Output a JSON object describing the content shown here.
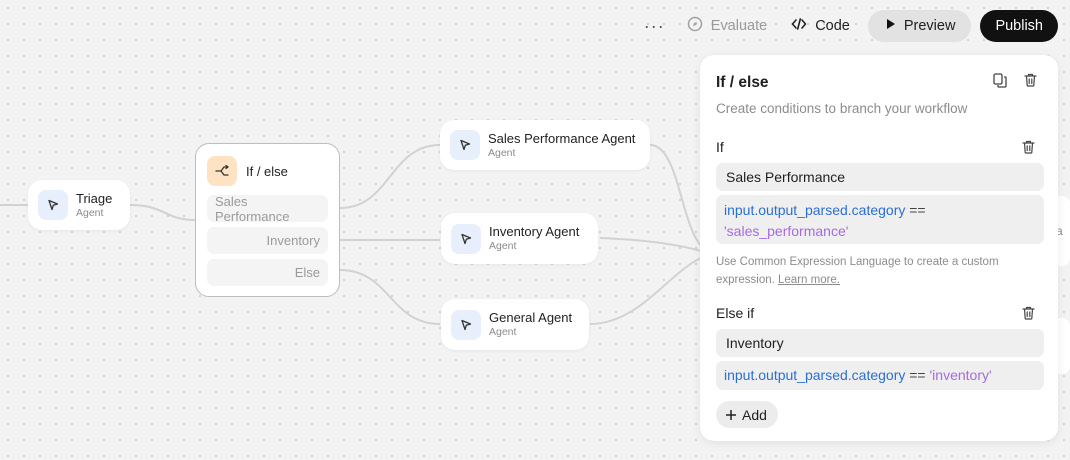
{
  "toolbar": {
    "more_label": "···",
    "evaluate_label": "Evaluate",
    "code_label": "Code",
    "preview_label": "Preview",
    "publish_label": "Publish"
  },
  "canvas": {
    "nodes": {
      "triage": {
        "title": "Triage",
        "subtitle": "Agent"
      },
      "ifelse": {
        "title": "If / else",
        "conditions": [
          "Sales Performance",
          "Inventory",
          "Else"
        ]
      },
      "sales": {
        "title": "Sales Performance Agent",
        "subtitle": "Agent"
      },
      "inventory": {
        "title": "Inventory Agent",
        "subtitle": "Agent"
      },
      "general": {
        "title": "General Agent",
        "subtitle": "Agent"
      }
    },
    "partial_label_right": "a"
  },
  "panel": {
    "title": "If / else",
    "subtitle": "Create conditions to branch your workflow",
    "if_section": {
      "label": "If",
      "name_value": "Sales Performance",
      "expression": {
        "var": "input.output_parsed.category",
        "op": "==",
        "str": "'sales_performance'"
      }
    },
    "hint_text": "Use Common Expression Language to create a custom expression.",
    "hint_link": "Learn more.",
    "elseif_section": {
      "label": "Else if",
      "name_value": "Inventory",
      "expression": {
        "var": "input.output_parsed.category",
        "op": "==",
        "str": "'inventory'"
      }
    },
    "add_label": "Add"
  },
  "colors": {
    "accent_blue": "#2a6fd6",
    "string_purple": "#a66be0",
    "publish_bg": "#111111",
    "branch_icon_bg": "#fde3c4",
    "agent_icon_bg": "#e7eefc"
  },
  "icons": [
    "more-icon",
    "evaluate-icon",
    "code-icon",
    "play-icon",
    "agent-icon",
    "branch-icon",
    "copy-icon",
    "trash-icon",
    "plus-icon"
  ]
}
